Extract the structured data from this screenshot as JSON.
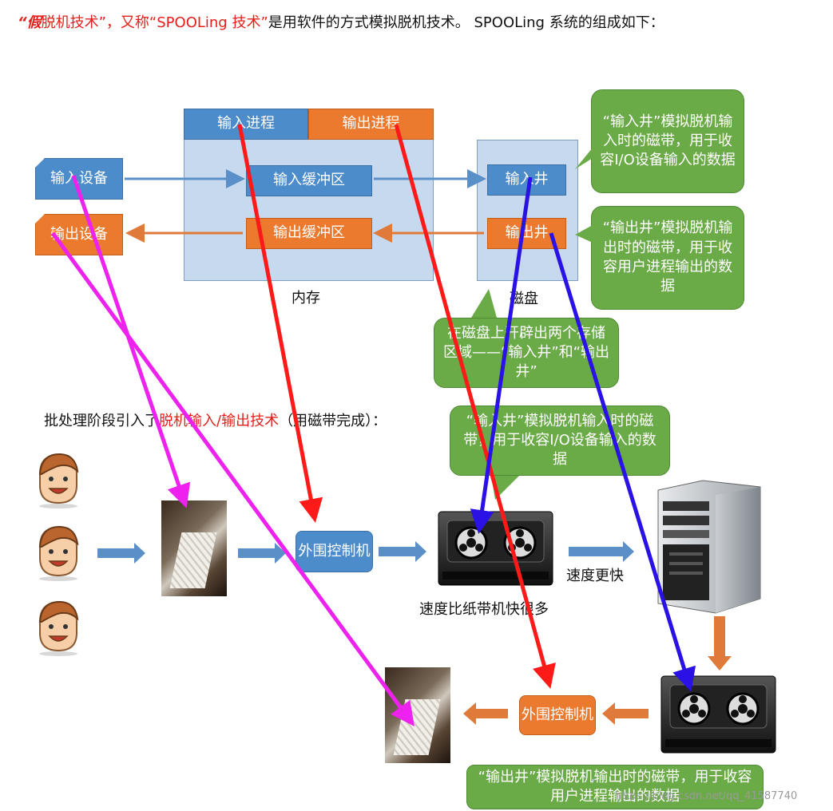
{
  "header": {
    "q1": "“",
    "term1_a": "假",
    "term1_b": "脱机技术",
    "q2": "”，又称",
    "term2": "“SPOOLing 技术”",
    "rest": "是用软件的方式模拟脱机技术。 SPOOLing 系统的组成如下："
  },
  "memory": {
    "input_process": "输入进程",
    "output_process": "输出进程",
    "input_buffer": "输入缓冲区",
    "output_buffer": "输出缓冲区",
    "label": "内存"
  },
  "disk": {
    "input_well": "输入井",
    "output_well": "输出井",
    "label": "磁盘"
  },
  "devices": {
    "input_device": "输入设备",
    "output_device": "输出设备"
  },
  "callouts": {
    "input_well_note": "“输入井”模拟脱机输入时的磁带，用于收容I/O设备输入的数据",
    "output_well_note": "“输出井”模拟脱机输出时的磁带，用于收容用户进程输出的数据",
    "disk_note": "在磁盘上开辟出两个存储区域——“输入井”和“输出井”",
    "tape_in_note": "“输入井”模拟脱机输入时的磁带，用于收容I/O设备输入的数据",
    "tape_out_note": "“输出井”模拟脱机输出时的磁带，用于收容用户进程输出的数据"
  },
  "batch": {
    "prefix": "批处理阶段引入了",
    "term": "脱机输入/输出技术",
    "suffix": "（用磁带完成）："
  },
  "lower": {
    "peripheral_ctrl_top": "外围控制机",
    "peripheral_ctrl_bottom": "外围控制机",
    "tape_speed": "速度比纸带机快很多",
    "faster": "速度更快"
  },
  "watermark": "https://blog.csdn.net/qq_41587740",
  "colors": {
    "blue_box": "#4d8ccb",
    "orange_box": "#ec7a2e",
    "memory_fill": "#c6d9ee",
    "callout_green": "#6aaa47",
    "arrow_red": "#ff1a1a",
    "arrow_blue": "#2a12e6",
    "arrow_magenta": "#ee22ee"
  }
}
